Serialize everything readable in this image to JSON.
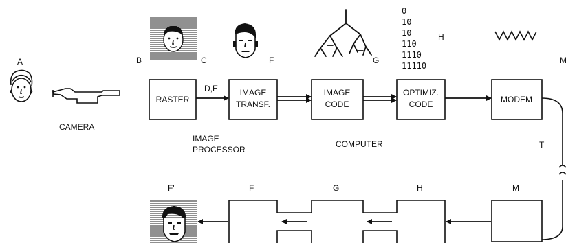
{
  "labels": {
    "a": "A",
    "b": "B",
    "c": "C",
    "f_top": "F",
    "g_top": "G",
    "h_top": "H",
    "m_top": "M",
    "de": "D,E",
    "t": "T",
    "camera": "CAMERA",
    "image_processor_1": "IMAGE",
    "image_processor_2": "PROCESSOR",
    "computer": "COMPUTER",
    "f_prime": "F'",
    "f_bottom": "F",
    "g_bottom": "G",
    "h_bottom": "H",
    "m_bottom": "M"
  },
  "boxes": {
    "raster": "RASTER",
    "image_transf_1": "IMAGE",
    "image_transf_2": "TRANSF.",
    "image_code_1": "IMAGE",
    "image_code_2": "CODE",
    "optimiz_code_1": "OPTIMIZ.",
    "optimiz_code_2": "CODE",
    "modem": "MODEM"
  },
  "bit_codes": [
    "0",
    "10",
    "10",
    "110",
    "1110",
    "11110"
  ]
}
